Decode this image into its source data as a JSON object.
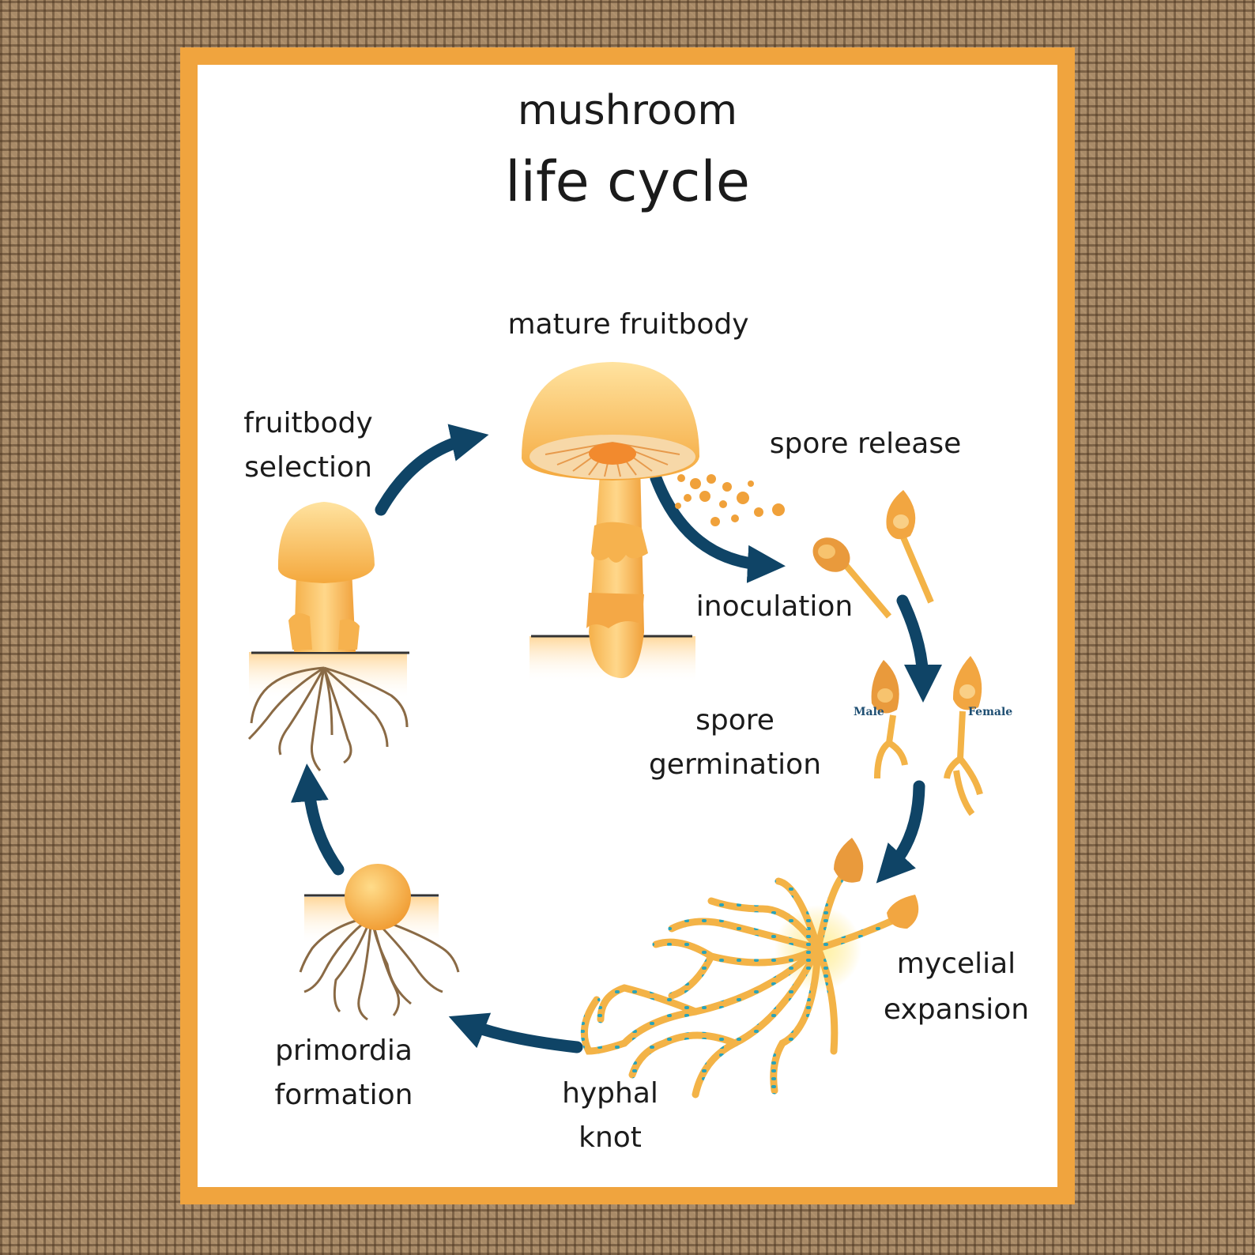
{
  "title": {
    "line1": "mushroom",
    "line2": "life cycle"
  },
  "stages": {
    "mature_fruitbody": "mature fruitbody",
    "spore_release": "spore release",
    "inoculation": "inoculation",
    "spore_germination": [
      "spore",
      "germination"
    ],
    "mycelial_expansion": [
      "mycelial",
      "expansion"
    ],
    "hyphal_knot": [
      "hyphal",
      "knot"
    ],
    "primordia_formation": [
      "primordia",
      "formation"
    ],
    "fruitbody_selection": [
      "fruitbody",
      "selection"
    ]
  },
  "spore_labels": {
    "male": "Male",
    "female": "Female"
  },
  "colors": {
    "frame": "#f0a43e",
    "arrow": "#0f4466",
    "mushroom_light": "#ffd27a",
    "mushroom_dark": "#f1a13b",
    "root": "#8a6a45",
    "hypha_dot_blue": "#2aa3b8",
    "hypha_dot_red": "#b53b2a"
  }
}
